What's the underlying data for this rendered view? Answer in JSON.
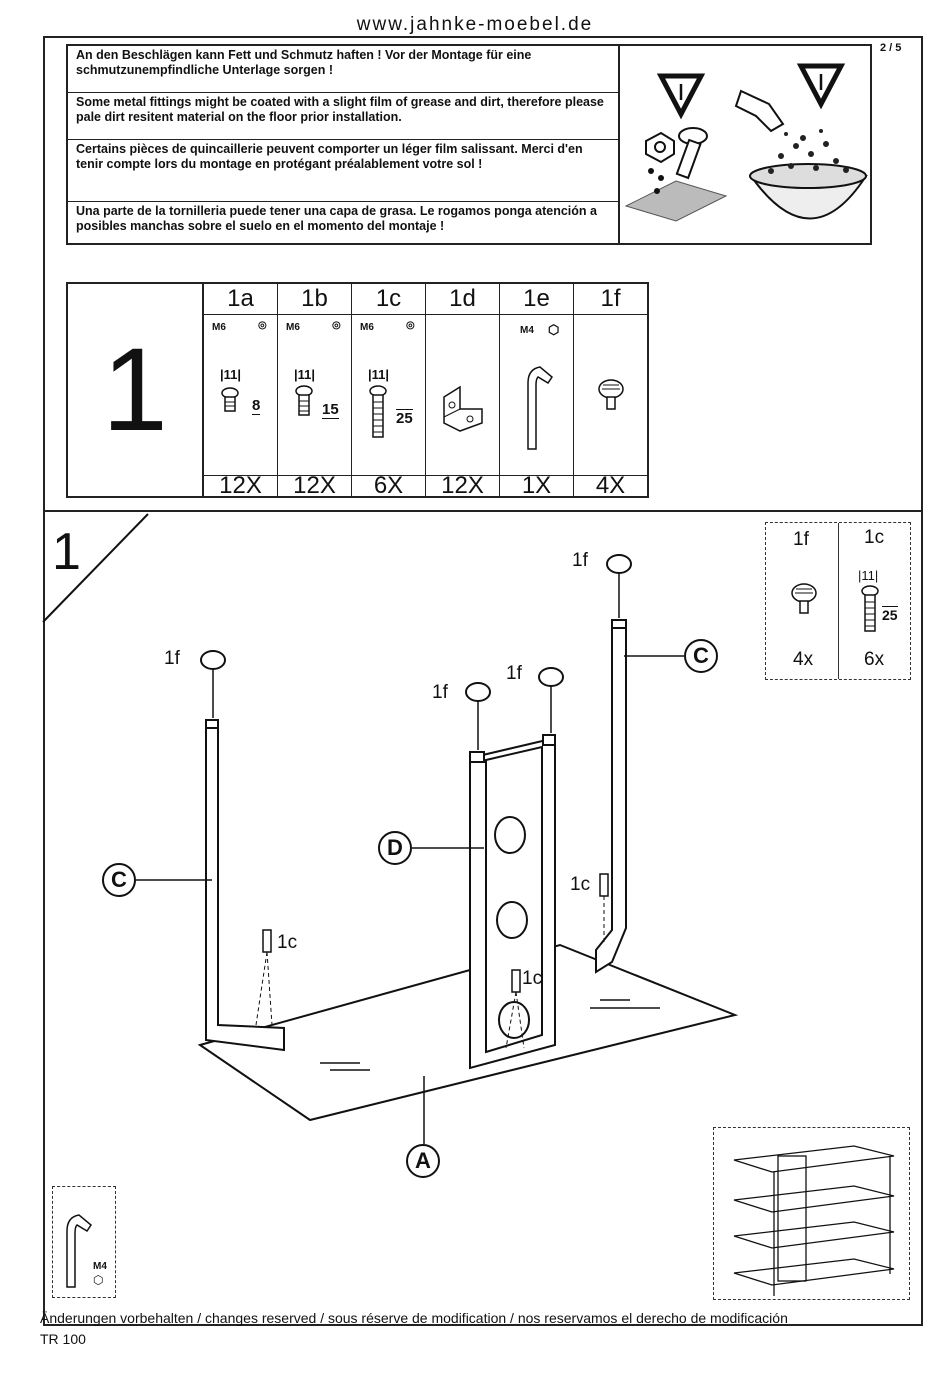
{
  "header": {
    "website": "www.jahnke-moebel.de",
    "page": "2 / 5"
  },
  "warnings": [
    "An den Beschlägen kann Fett und Schmutz haften ! Vor der Montage für eine schmutzunempfindliche Unterlage sorgen !",
    "Some metal fittings might be coated with a slight film of grease and dirt, therefore please pale dirt resitent material on the floor prior installation.",
    "Certains pièces de quincaillerie peuvent comporter un léger film salissant. Merci d'en tenir compte lors du montage en protégant préalablement votre sol !",
    "Una parte de la tornilleria puede tener una capa de grasa. Le rogamos ponga atención a posibles manchas sobre el suelo en el momento del montaje !"
  ],
  "parts_table": {
    "step": "1",
    "parts": [
      {
        "id": "1a",
        "thread": "M6",
        "head": "|11|",
        "length": "8",
        "qty": "12X",
        "icon": "short-screw"
      },
      {
        "id": "1b",
        "thread": "M6",
        "head": "|11|",
        "length": "15",
        "qty": "12X",
        "icon": "medium-screw"
      },
      {
        "id": "1c",
        "thread": "M6",
        "head": "|11|",
        "length": "25",
        "qty": "6X",
        "icon": "long-screw"
      },
      {
        "id": "1d",
        "thread": "",
        "head": "",
        "length": "",
        "qty": "12X",
        "icon": "angle-bracket"
      },
      {
        "id": "1e",
        "thread": "M4",
        "head": "",
        "length": "",
        "qty": "1X",
        "icon": "allen-key"
      },
      {
        "id": "1f",
        "thread": "",
        "head": "",
        "length": "",
        "qty": "4X",
        "icon": "leveling-foot"
      }
    ]
  },
  "step": {
    "number": "1",
    "callouts": {
      "part_a": "A",
      "part_c": "C",
      "part_d": "D"
    },
    "part_labels": {
      "foot": "1f",
      "screw": "1c"
    },
    "legend": {
      "col1_id": "1f",
      "col1_qty": "4x",
      "col2_id": "1c",
      "col2_head": "|11|",
      "col2_length": "25",
      "col2_qty": "6x"
    },
    "tool": {
      "size": "M4"
    }
  },
  "footer": {
    "notice": "Änderungen vorbehalten / changes reserved / sous réserve de modification / nos reservamos el derecho de modificación",
    "code": "TR 100"
  }
}
